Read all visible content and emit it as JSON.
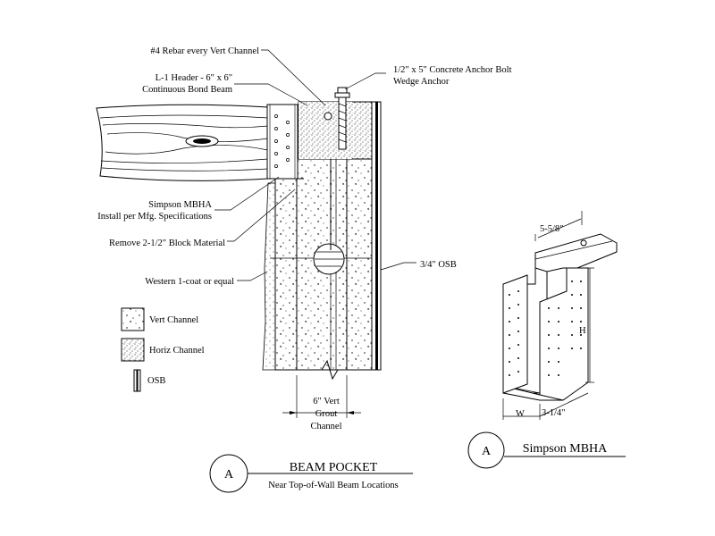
{
  "callouts": {
    "rebar": "#4 Rebar every Vert Channel",
    "header_line1": "L-1 Header - 6\" x 6\"",
    "header_line2": "Continuous Bond Beam",
    "anchor_line1": "1/2\" x 5\" Concrete Anchor Bolt",
    "anchor_line2": "Wedge Anchor",
    "simpson_line1": "Simpson MBHA",
    "simpson_line2": "Install per Mfg. Specifications",
    "remove_block": "Remove 2-1/2\" Block Material",
    "osb_thickness": "3/4\" OSB",
    "stucco": "Western 1-coat or equal"
  },
  "legend": {
    "vert_channel": "Vert Channel",
    "horiz_channel": "Horiz Channel",
    "osb": "OSB"
  },
  "dimensions": {
    "grout_line1": "6\" Vert",
    "grout_line2": "Grout",
    "grout_line3": "Channel",
    "hanger_width_top": "5-5/8\"",
    "hanger_height": "H",
    "hanger_w": "W",
    "hanger_width_bottom": "3-1/4\""
  },
  "detail_main": {
    "marker": "A",
    "title": "BEAM POCKET",
    "subtitle": "Near Top-of-Wall Beam Locations"
  },
  "detail_hanger": {
    "marker": "A",
    "title": "Simpson MBHA"
  }
}
